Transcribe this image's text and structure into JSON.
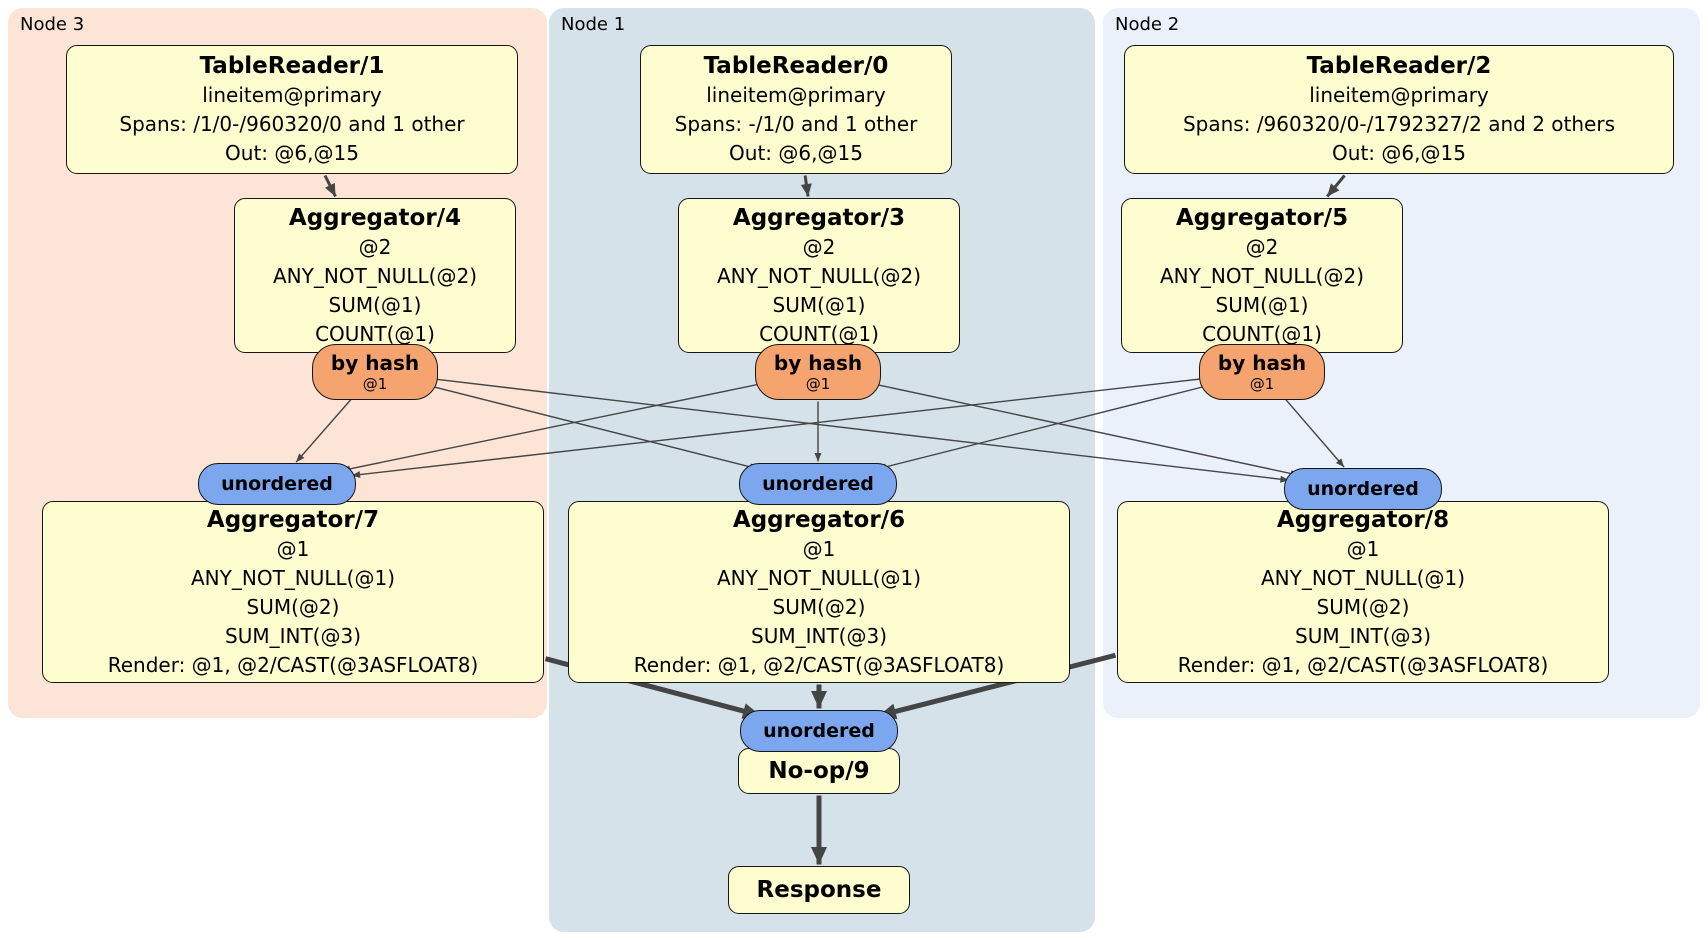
{
  "diagram": {
    "regions": [
      {
        "id": "node3",
        "label": "Node 3"
      },
      {
        "id": "node1",
        "label": "Node 1"
      },
      {
        "id": "node2",
        "label": "Node 2"
      }
    ],
    "nodes": {
      "tr1": {
        "title": "TableReader/1",
        "lines": [
          "lineitem@primary",
          "Spans: /1/0-/960320/0 and 1 other",
          "Out: @6,@15"
        ]
      },
      "tr0": {
        "title": "TableReader/0",
        "lines": [
          "lineitem@primary",
          "Spans: -/1/0 and 1 other",
          "Out: @6,@15"
        ]
      },
      "tr2": {
        "title": "TableReader/2",
        "lines": [
          "lineitem@primary",
          "Spans: /960320/0-/1792327/2 and 2 others",
          "Out: @6,@15"
        ]
      },
      "agg4": {
        "title": "Aggregator/4",
        "lines": [
          "@2",
          "ANY_NOT_NULL(@2)",
          "SUM(@1)",
          "COUNT(@1)"
        ]
      },
      "agg3": {
        "title": "Aggregator/3",
        "lines": [
          "@2",
          "ANY_NOT_NULL(@2)",
          "SUM(@1)",
          "COUNT(@1)"
        ]
      },
      "agg5": {
        "title": "Aggregator/5",
        "lines": [
          "@2",
          "ANY_NOT_NULL(@2)",
          "SUM(@1)",
          "COUNT(@1)"
        ]
      },
      "byhash4": {
        "title": "by hash",
        "sub": "@1"
      },
      "byhash3": {
        "title": "by hash",
        "sub": "@1"
      },
      "byhash5": {
        "title": "by hash",
        "sub": "@1"
      },
      "unord7": {
        "title": "unordered"
      },
      "unord6": {
        "title": "unordered"
      },
      "unord8": {
        "title": "unordered"
      },
      "agg7": {
        "title": "Aggregator/7",
        "lines": [
          "@1",
          "ANY_NOT_NULL(@1)",
          "SUM(@2)",
          "SUM_INT(@3)",
          "Render: @1, @2/CAST(@3ASFLOAT8)"
        ]
      },
      "agg6": {
        "title": "Aggregator/6",
        "lines": [
          "@1",
          "ANY_NOT_NULL(@1)",
          "SUM(@2)",
          "SUM_INT(@3)",
          "Render: @1, @2/CAST(@3ASFLOAT8)"
        ]
      },
      "agg8": {
        "title": "Aggregator/8",
        "lines": [
          "@1",
          "ANY_NOT_NULL(@1)",
          "SUM(@2)",
          "SUM_INT(@3)",
          "Render: @1, @2/CAST(@3ASFLOAT8)"
        ]
      },
      "unord9": {
        "title": "unordered"
      },
      "noop": {
        "title": "No-op/9"
      },
      "response": {
        "title": "Response"
      }
    },
    "edges": [
      {
        "from": "byhash4",
        "to": "unord7",
        "kind": "thin"
      },
      {
        "from": "byhash4",
        "to": "unord6",
        "kind": "thin"
      },
      {
        "from": "byhash4",
        "to": "unord8",
        "kind": "thin"
      },
      {
        "from": "byhash3",
        "to": "unord7",
        "kind": "thin"
      },
      {
        "from": "byhash3",
        "to": "unord6",
        "kind": "thin"
      },
      {
        "from": "byhash3",
        "to": "unord8",
        "kind": "thin"
      },
      {
        "from": "byhash5",
        "to": "unord7",
        "kind": "thin"
      },
      {
        "from": "byhash5",
        "to": "unord6",
        "kind": "thin"
      },
      {
        "from": "byhash5",
        "to": "unord8",
        "kind": "thin"
      },
      {
        "from": "tr1",
        "to": "agg4",
        "kind": "mid"
      },
      {
        "from": "tr0",
        "to": "agg3",
        "kind": "mid"
      },
      {
        "from": "tr2",
        "to": "agg5",
        "kind": "mid"
      },
      {
        "from": "agg7",
        "to": "unord9",
        "kind": "thick"
      },
      {
        "from": "agg6",
        "to": "unord9",
        "kind": "thick"
      },
      {
        "from": "agg8",
        "to": "unord9",
        "kind": "thick"
      },
      {
        "from": "noop",
        "to": "response",
        "kind": "thick"
      }
    ],
    "colors": {
      "region-node3-bg": "#fce4d6",
      "region-node1-bg": "#d5e2ea",
      "region-node2-bg": "#eaf1fa",
      "processor-fill": "#fdfdd0",
      "router-fill": "#f5a470",
      "sync-fill": "#7ca7ef",
      "edge-color": "#454545"
    }
  }
}
